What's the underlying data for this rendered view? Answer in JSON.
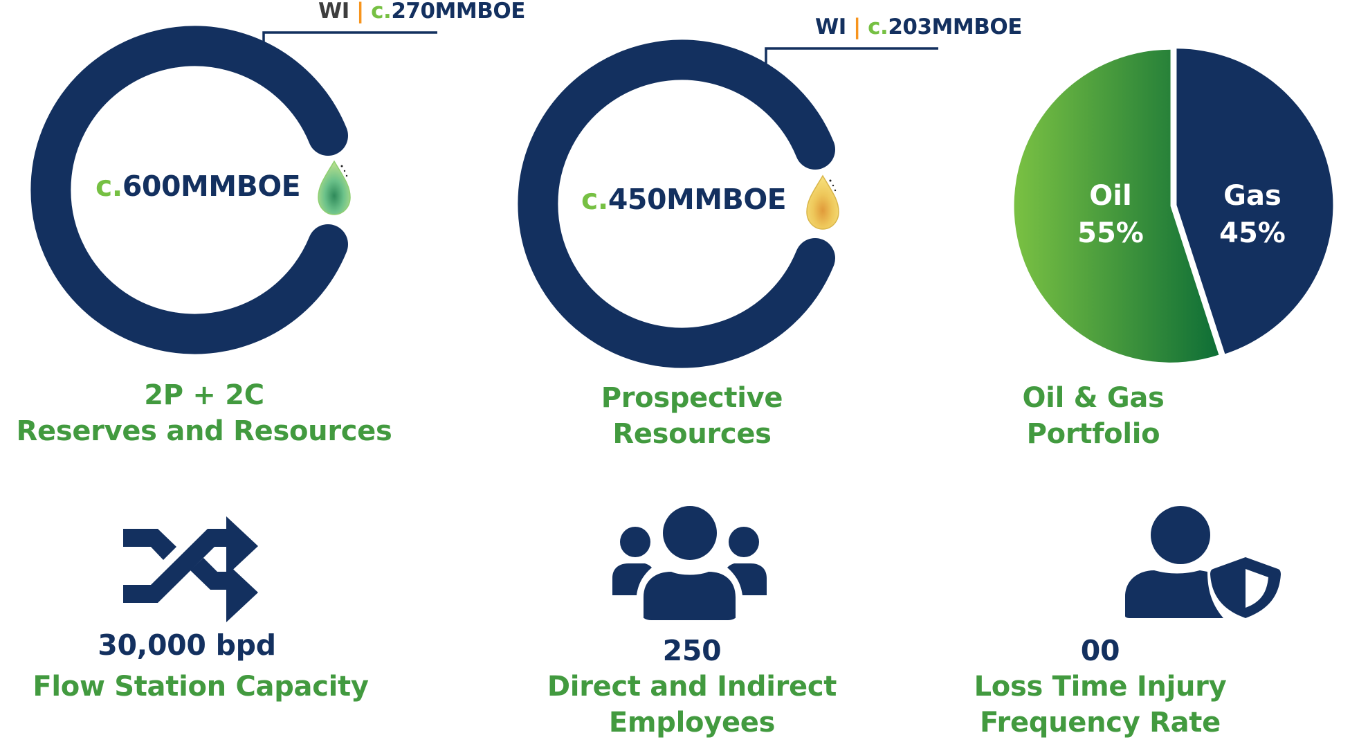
{
  "colors": {
    "navy": "#13305f",
    "green": "#429a3f",
    "lime": "#76c043",
    "orange": "#f7941d",
    "grey": "#3d3d3d",
    "oil_gradient_start": "#7ac143",
    "oil_gradient_end": "#0e6e36"
  },
  "metrics": [
    {
      "wi": {
        "prefix": "WI",
        "separator": "|",
        "c_prefix": "c.",
        "value": "270MMBOE"
      },
      "center": {
        "c_prefix": "c.",
        "value": "600MMBOE"
      },
      "drop_icon": "green-oil-drop-icon",
      "title_lines": [
        "2P + 2C",
        "Reserves and Resources"
      ]
    },
    {
      "wi": {
        "prefix": "WI",
        "separator": "|",
        "c_prefix": "c.",
        "value": "203MMBOE"
      },
      "center": {
        "c_prefix": "c.",
        "value": "450MMBOE"
      },
      "drop_icon": "gold-oil-drop-icon",
      "title_lines": [
        "Prospective",
        "Resources"
      ]
    }
  ],
  "portfolio": {
    "title_lines": [
      "Oil & Gas",
      "Portfolio"
    ]
  },
  "chart_data": {
    "type": "pie",
    "title": "Oil & Gas Portfolio",
    "categories": [
      "Oil",
      "Gas"
    ],
    "values": [
      55,
      45
    ],
    "labels": [
      {
        "name": "Oil",
        "pct": "55%"
      },
      {
        "name": "Gas",
        "pct": "45%"
      }
    ],
    "legend": "none"
  },
  "stats": [
    {
      "icon": "shuffle-arrows-icon",
      "value": "30,000 bpd",
      "label_lines": [
        "Flow Station Capacity"
      ]
    },
    {
      "icon": "users-group-icon",
      "value": "250",
      "label_lines": [
        "Direct and Indirect",
        "Employees"
      ]
    },
    {
      "icon": "user-shield-icon",
      "value": "00",
      "label_lines": [
        "Loss Time Injury",
        "Frequency Rate"
      ]
    }
  ]
}
